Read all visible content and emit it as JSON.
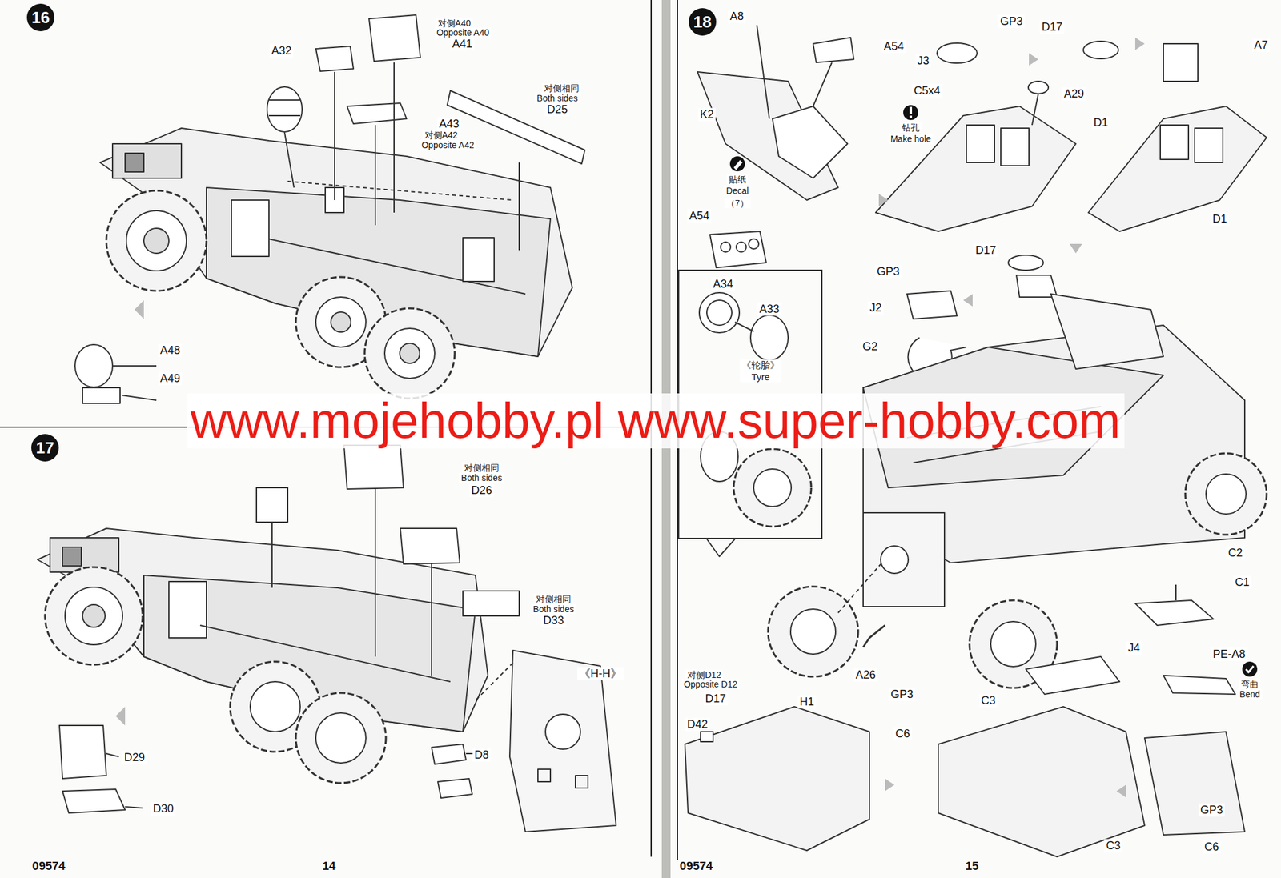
{
  "diagram": {
    "nodes": [
      {
        "text": [
          "16"
        ]
      },
      {
        "text": [
          "17"
        ]
      },
      {
        "text": [
          "18"
        ]
      },
      {
        "text": [
          "A34",
          "A33",
          "《轮胎》 Tyre"
        ]
      }
    ],
    "labels": [
      "A32",
      "对侧A40",
      "Opposite A40",
      "A41",
      "A43",
      "对侧A42",
      "Opposite A42",
      "对侧相同",
      "Both sides",
      "D25",
      "A48",
      "A49",
      "对侧相同",
      "Both sides",
      "D26",
      "对侧相同",
      "Both sides",
      "D33",
      "《H-H》",
      "D29",
      "D8",
      "D30",
      "09574",
      "14",
      "A8",
      "GP3",
      "D17",
      "A7",
      "A54",
      "J3",
      "C5x4",
      "A29",
      "K2",
      "钻孔",
      "Make hole",
      "D1",
      "D1",
      "贴纸",
      "Decal",
      "（7）",
      "A54",
      "D17",
      "GP3",
      "J2",
      "G2",
      "C2",
      "C1",
      "J4",
      "PE-A8",
      "弯曲",
      "Bend",
      "A26",
      "对侧D12",
      "Opposite D12",
      "D17",
      "H1",
      "GP3",
      "C3",
      "D42",
      "C6",
      "C3",
      "GP3",
      "C6",
      "09574",
      "15",
      "www.mojehobby.pl www.super-hobby.com"
    ]
  }
}
